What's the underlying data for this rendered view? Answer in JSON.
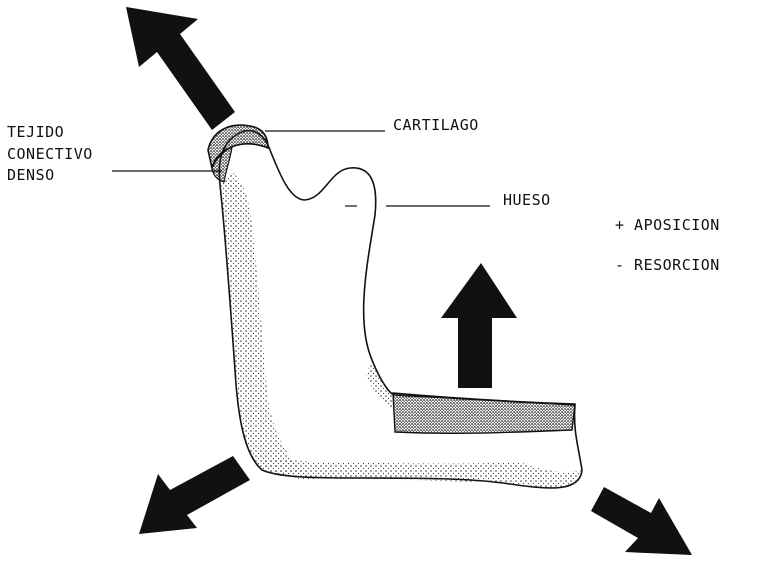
{
  "labels": {
    "tejido_conectivo_denso": [
      "TEJIDO",
      "CONECTIVO",
      "DENSO"
    ],
    "cartilago": "CARTILAGO",
    "hueso": "HUESO"
  },
  "legend": {
    "aposicion": "+ APOSICION",
    "resorcion": "- RESORCION"
  },
  "colors": {
    "ink": "#111111",
    "stipple": "#3a3a3a",
    "background": "#ffffff"
  }
}
